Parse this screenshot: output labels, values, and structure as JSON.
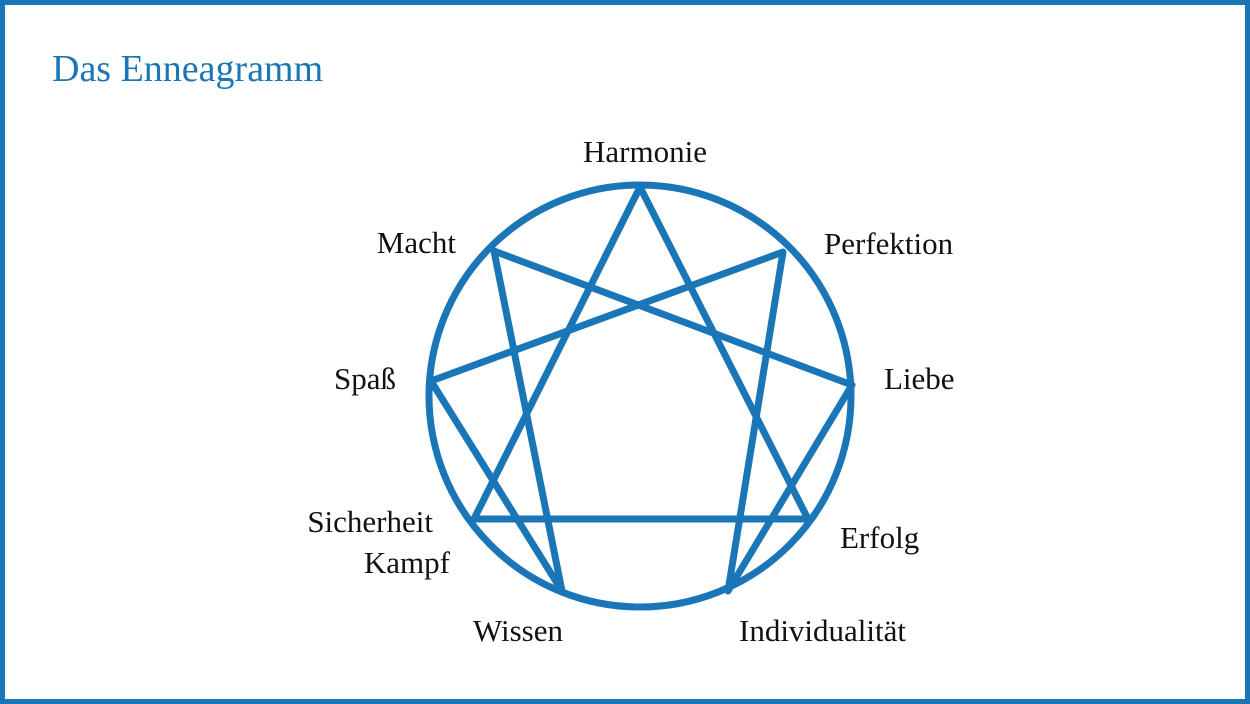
{
  "title": "Das Enneagramm",
  "colors": {
    "accent": "#1a76b7",
    "text": "#111111",
    "background": "#ffffff"
  },
  "labels": {
    "harmonie": "Harmonie",
    "perfektion": "Perfektion",
    "liebe": "Liebe",
    "erfolg": "Erfolg",
    "individualitaet": "Individualität",
    "wissen": "Wissen",
    "sicherheit": "Sicherheit",
    "kampf": "Kampf",
    "spass": "Spaß",
    "macht": "Macht"
  },
  "connections": {
    "triangle": [
      "harmonie",
      "erfolg",
      "sicherheit"
    ],
    "hexad": [
      "perfektion",
      "spass",
      "wissen",
      "macht",
      "liebe",
      "individualitaet"
    ]
  }
}
